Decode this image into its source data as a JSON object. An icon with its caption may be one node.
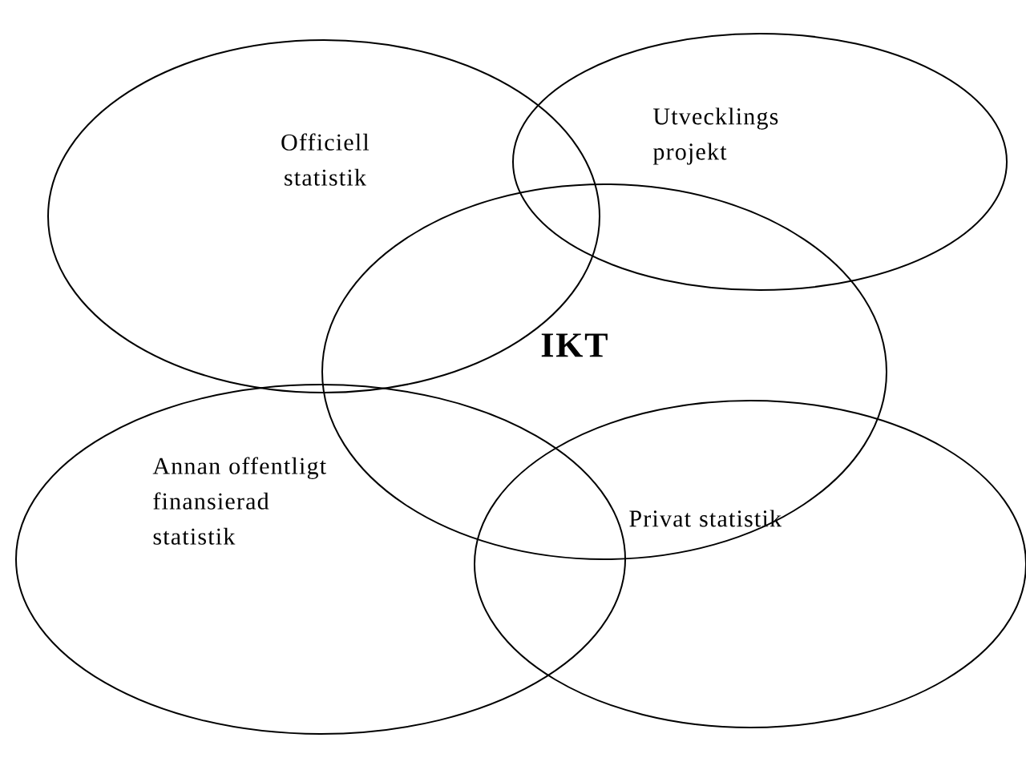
{
  "diagram": {
    "nodes": [
      {
        "text": [
          "Officiell statistik"
        ]
      },
      {
        "text": [
          "Utvecklings projekt"
        ]
      },
      {
        "text": [
          "IKT"
        ]
      },
      {
        "text": [
          "Annan offentligt finansierad statistik"
        ]
      },
      {
        "text": [
          "Privat statistik"
        ]
      }
    ]
  }
}
